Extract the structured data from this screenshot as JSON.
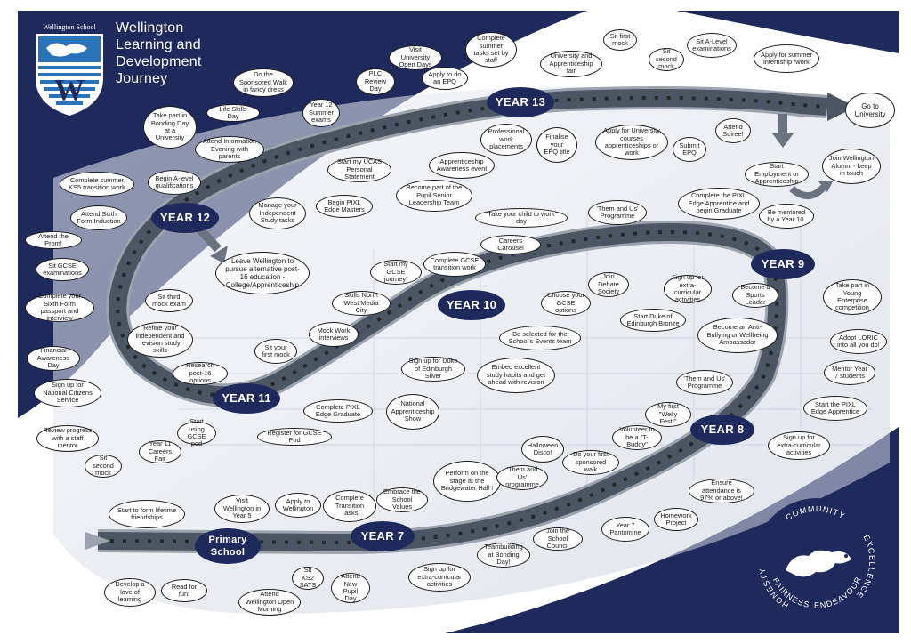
{
  "school": {
    "name": "Wellington School",
    "title_lines": [
      "Wellington",
      "Learning and",
      "Development",
      "Journey"
    ],
    "values": [
      "HONESTY",
      "COMMUNITY",
      "EXCELLENCE",
      "ENDEAVOUR",
      "FAIRNESS"
    ]
  },
  "stages": [
    {
      "id": "primary",
      "label": "Primary School"
    },
    {
      "id": "y7",
      "label": "YEAR 7"
    },
    {
      "id": "y8",
      "label": "YEAR 8"
    },
    {
      "id": "y9",
      "label": "YEAR 9"
    },
    {
      "id": "y10",
      "label": "YEAR 10"
    },
    {
      "id": "y11",
      "label": "YEAR 11"
    },
    {
      "id": "y12",
      "label": "YEAR 12"
    },
    {
      "id": "y13",
      "label": "YEAR 13"
    }
  ],
  "milestones": [
    "Start to form lifetime friendships",
    "Develop a love of learning",
    "Read for fun!",
    "Visit Wellington in Year 5",
    "Attend Wellington Open Morning",
    "Apply to Wellington",
    "Sit KS2 SATS",
    "Complete Transition Tasks",
    "Attend New Pupil Day",
    "Embrace the School Values",
    "Sign up for extra-curricular activities",
    "Perform on the stage at the Bridgewater Hall !",
    "Teambuilding at Bonding Day!",
    "'Them and Us' programme",
    "Halloween Disco!",
    "Join the School Council",
    "Do your first sponsored walk",
    "Year 7 Pantomine",
    "Volunteer to be a \"T-Buddy\"",
    "My first \"Welly Fest!\"",
    "Homework Project",
    "Ensure attendance is 97% or above!",
    "Sign up for extra-curricular activities",
    "Start the PIXL Edge Apprentice",
    "Mentor Year 7 students",
    "'Them and Us' Programme",
    "Adopt LORIC into all you do!",
    "Become an Anti-Bullying or Wellbeing Ambassador",
    "Become a Sports Leader",
    "Take part in Young Enterprise competition",
    "Be mentored by a Year 10.",
    "Complete the PIXL Edge Apprentice and begin Graduate",
    "Sign up for extra-curricular activities",
    "Start Duke of Edinburgh Bronze",
    "'Them and Us' Programme",
    "Join Debate Society",
    "\"Take your child to work\" day",
    "Choose your GCSE options",
    "Careers Carousel",
    "Be selected for the School's Events team",
    "Complete GCSE transition work",
    "Embed excellent study habits and get ahead with revision",
    "Start my GCSE journey!",
    "Sign up for Duke of Edinburgh Silver",
    "Skills North West Media City",
    "Mock Work interviews",
    "National Apprenticeship Show",
    "Complete PIXL Edge Graduate",
    "Sit your first mock",
    "Register for GCSE Pod",
    "Research post-16 options",
    "Start using GCSE pod",
    "Year 11 Careers Fair",
    "Sit second mock",
    "Review progress with a staff mentor",
    "Sign up for National Citizens Service",
    "Financial Awareness Day",
    "Refine your independent and revision study skills",
    "Complete your Sixth Form passport and interview",
    "Sit third mock exam",
    "Sit GCSE examinations",
    "Attend the Prom!",
    "Attend Sixth Form Induction",
    "Complete summer KS5 transition work",
    "Leave Wellington to pursue alternative post-16 education - College/Apprenticeship",
    "Begin A-level qualifications",
    "Manage your Independent Study tasks",
    "Take part in Bonding Day at a University",
    "Attend Information Evening with parents",
    "Begin PIXL Edge Masters",
    "Life Skills Day",
    "Start my UCAS Personal Statement",
    "Do the Sponsored Walk in fancy dress",
    "Year 12 Summer exams",
    "PLC Review Day",
    "Become part of the Pupil Senior Leadership Team",
    "Visit University Open Days",
    "Apprenticeship Awareness event",
    "Apply to do an EPQ",
    "Complete summer tasks set by staff",
    "Professional work placements",
    "University and Apprenticeship fair",
    "Finalise your EPQ title",
    "Sit first mock",
    "Apply for University courses apprenticeships or work",
    "Sit second mock",
    "Submit EPQ",
    "Sit A-Level examinations",
    "Attend Soiree!",
    "Apply for summer internship /work",
    "Go to University",
    "Join Wellington Alumni - keep in touch",
    "Start Employment or Apprenticeship"
  ],
  "colors": {
    "navy": "#1f2a5c",
    "road": "#4b5563",
    "road_edge": "#9ca3af",
    "shield_blue": "#2a73b8"
  }
}
